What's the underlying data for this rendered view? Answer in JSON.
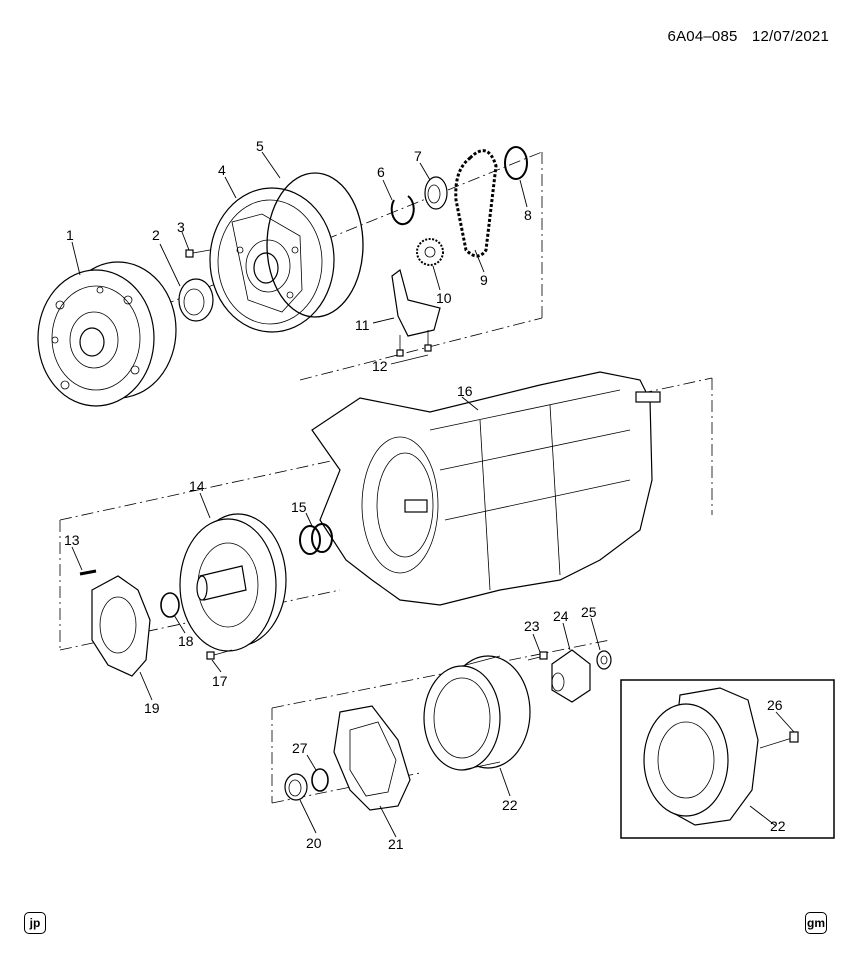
{
  "header": {
    "code": "6A04–085",
    "date": "12/07/2021"
  },
  "callouts": [
    "1",
    "2",
    "3",
    "4",
    "5",
    "6",
    "7",
    "8",
    "9",
    "10",
    "11",
    "12",
    "13",
    "14",
    "15",
    "16",
    "17",
    "18",
    "19",
    "20",
    "21",
    "22",
    "23",
    "24",
    "25",
    "26",
    "27",
    "22"
  ],
  "badges": {
    "left": "jp",
    "right": "gm"
  }
}
